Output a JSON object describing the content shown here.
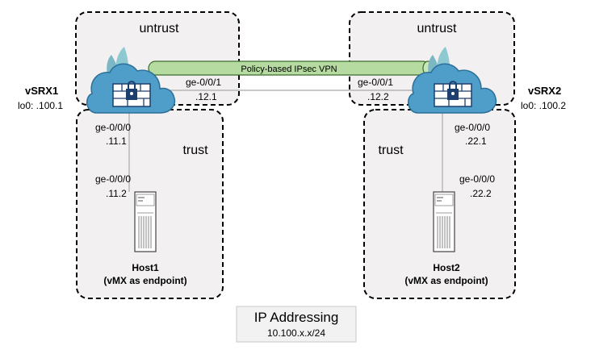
{
  "zones": {
    "untrust_left": "untrust",
    "untrust_right": "untrust",
    "trust_left": "trust",
    "trust_right": "trust"
  },
  "vpn": {
    "label": "Policy-based IPsec VPN"
  },
  "devices": {
    "vsrx1": {
      "name": "vSRX1",
      "loopback": "lo0: .100.1"
    },
    "vsrx2": {
      "name": "vSRX2",
      "loopback": "lo0: .100.2"
    }
  },
  "interfaces": {
    "vsrx1_ext": {
      "name": "ge-0/0/1",
      "addr": ".12.1"
    },
    "vsrx2_ext": {
      "name": "ge-0/0/1",
      "addr": ".12.2"
    },
    "vsrx1_int": {
      "name": "ge-0/0/0",
      "addr": ".11.1"
    },
    "host1_if": {
      "name": "ge-0/0/0",
      "addr": ".11.2"
    },
    "vsrx2_int": {
      "name": "ge-0/0/0",
      "addr": ".22.1"
    },
    "host2_if": {
      "name": "ge-0/0/0",
      "addr": ".22.2"
    }
  },
  "hosts": {
    "host1": {
      "name": "Host1",
      "desc": "(vMX as endpoint)"
    },
    "host2": {
      "name": "Host2",
      "desc": "(vMX as endpoint)"
    }
  },
  "ip_addressing": {
    "title": "IP Addressing",
    "subnet": "10.100.x.x/24"
  },
  "colors": {
    "zone_fill": "#f2f0f0",
    "tunnel_fill": "#b5dba0",
    "tunnel_stroke": "#3d6b2c",
    "firewall_blue": "#4f9ec9",
    "firewall_teal": "#8ec8d0",
    "firewall_navy": "#1d3f6e",
    "link_gray": "#a9a9a9",
    "ip_box_fill": "#f2f2f2"
  },
  "icons": {
    "firewall": "cloud-firewall-icon",
    "server": "server-tower-icon"
  }
}
